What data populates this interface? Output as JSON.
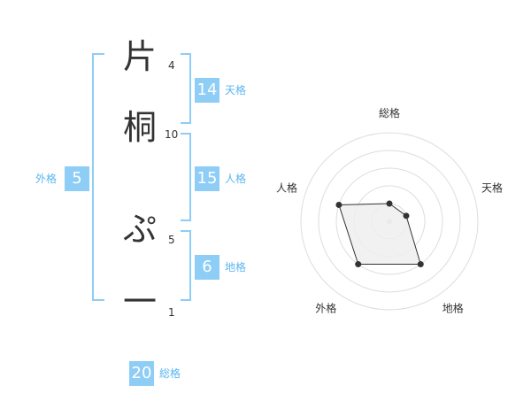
{
  "name": {
    "chars": [
      "片",
      "桐",
      "ぷ",
      "一"
    ],
    "strokes": [
      "4",
      "10",
      "5",
      "1"
    ]
  },
  "kaku": {
    "tenkaku": {
      "value": "14",
      "label": "天格"
    },
    "jinkaku": {
      "value": "15",
      "label": "人格"
    },
    "chikaku": {
      "value": "6",
      "label": "地格"
    },
    "gaikaku": {
      "value": "5",
      "label": "外格"
    },
    "soukaku": {
      "value": "20",
      "label": "総格"
    }
  },
  "chart_data": {
    "type": "radar",
    "axes": [
      "総格",
      "天格",
      "地格",
      "外格",
      "人格"
    ],
    "values": [
      1,
      1,
      3,
      3,
      3
    ],
    "max": 5,
    "rings": 5,
    "fill": "#eeeeee",
    "line": "#333333"
  }
}
